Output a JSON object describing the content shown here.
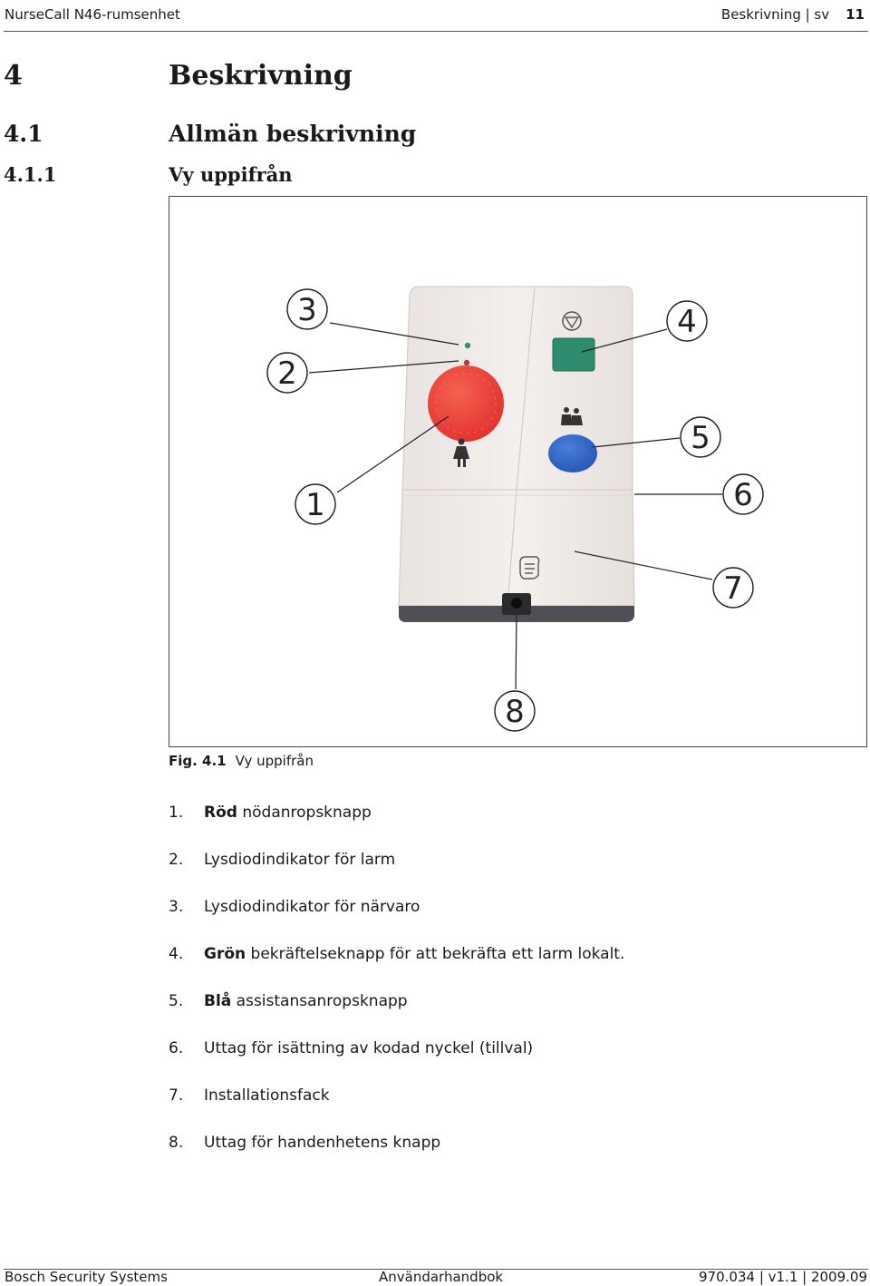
{
  "header": {
    "doc_title": "NurseCall N46-rumsenhet",
    "section_lang": "Beskrivning | sv",
    "page_number": "11"
  },
  "headings": {
    "h1": {
      "num": "4",
      "text": "Beskrivning"
    },
    "h2": {
      "num": "4.1",
      "text": "Allmän beskrivning"
    },
    "h3": {
      "num": "4.1.1",
      "text": "Vy uppifrån"
    }
  },
  "figure": {
    "label": "Fig. 4.1",
    "caption": "Vy uppifrån",
    "callouts": [
      "1",
      "2",
      "3",
      "4",
      "5",
      "6",
      "7",
      "8"
    ],
    "colors": {
      "red_button": "#ee3d3a",
      "green_button": "#2e8b6e",
      "blue_button": "#2f64c4",
      "housing": "#f1ecea"
    },
    "icons": [
      "alarm-triangle-circle-icon",
      "two-persons-icon",
      "nurse-icon",
      "hand-key-icon"
    ]
  },
  "list": [
    {
      "num": "1.",
      "bold": "Röd",
      "text": " nödanropsknapp"
    },
    {
      "num": "2.",
      "bold": "",
      "text": "Lysdiodindikator för larm"
    },
    {
      "num": "3.",
      "bold": "",
      "text": "Lysdiodindikator för närvaro"
    },
    {
      "num": "4.",
      "bold": "Grön",
      "text": " bekräftelseknapp för att bekräfta ett larm lokalt."
    },
    {
      "num": "5.",
      "bold": "Blå",
      "text": " assistansanropsknapp"
    },
    {
      "num": "6.",
      "bold": "",
      "text": "Uttag för isättning av kodad nyckel (tillval)"
    },
    {
      "num": "7.",
      "bold": "",
      "text": "Installationsfack"
    },
    {
      "num": "8.",
      "bold": "",
      "text": "Uttag för handenhetens knapp"
    }
  ],
  "footer": {
    "company": "Bosch Security Systems",
    "doc_type": "Användarhandbok",
    "version": "970.034 | v1.1 | 2009.09"
  }
}
